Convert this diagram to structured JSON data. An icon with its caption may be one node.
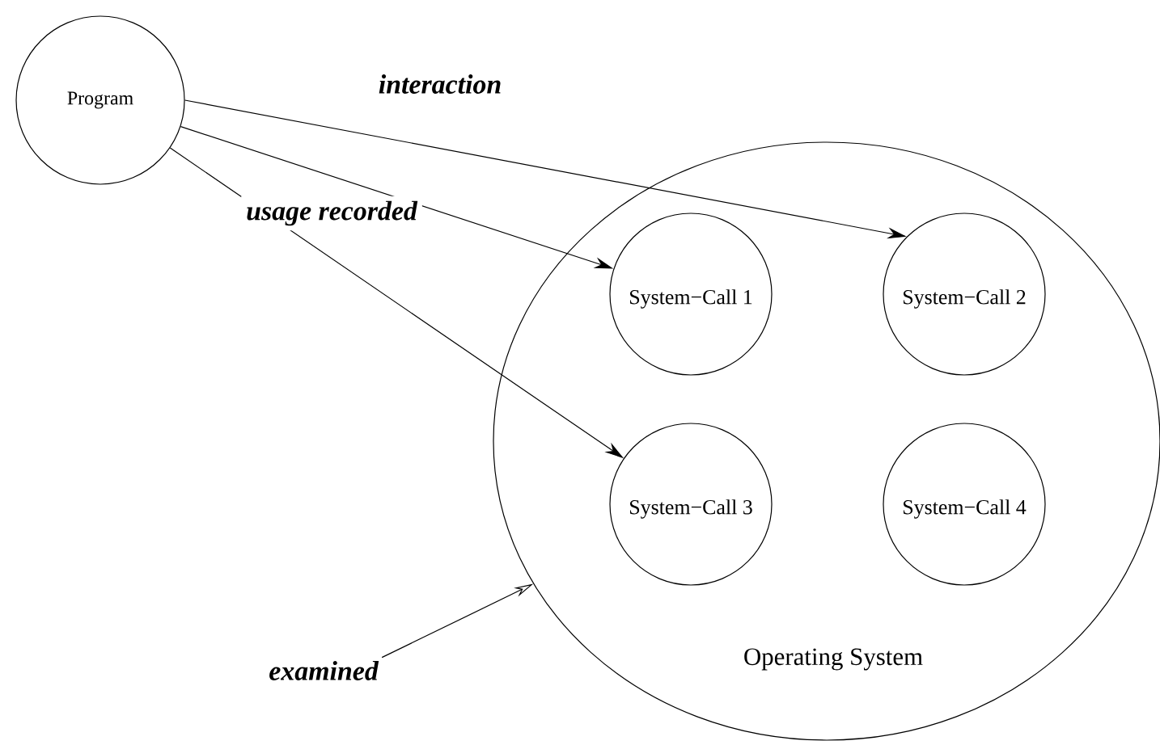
{
  "diagram": {
    "nodes": [
      {
        "text": [
          "Program"
        ]
      },
      {
        "text": [
          "Operating System"
        ]
      },
      {
        "text": [
          "System−Call 1"
        ],
        "in": 1
      },
      {
        "text": [
          "System−Call 2"
        ],
        "in": 1
      },
      {
        "text": [
          "System−Call 3"
        ],
        "in": 1
      },
      {
        "text": [
          "System−Call 4"
        ],
        "in": 1
      },
      {
        "text": [
          "examined"
        ]
      }
    ],
    "edges": [
      {
        "from": 0,
        "to": 3,
        "arrow": "to",
        "label": "interaction"
      },
      {
        "from": 0,
        "to": 2,
        "arrow": "to",
        "label": "usage recorded"
      },
      {
        "from": 0,
        "to": 4,
        "arrow": "to"
      },
      {
        "from": 6,
        "to": 1,
        "arrow": "to"
      }
    ]
  }
}
